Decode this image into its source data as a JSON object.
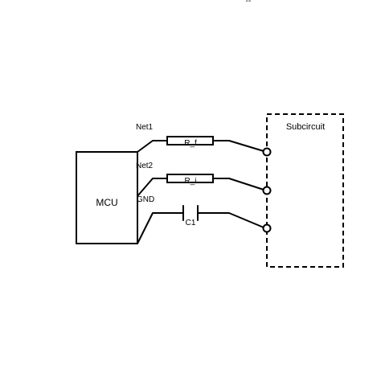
{
  "diagram": {
    "mcu_label": "MCU",
    "subcircuit_label": "Subcircuit",
    "nets": [
      {
        "name": "Net1",
        "component": "R_f",
        "component_type": "resistor"
      },
      {
        "name": "Net2",
        "component": "R_i",
        "component_type": "resistor"
      },
      {
        "name": "GND",
        "component": "C1",
        "component_type": "capacitor"
      }
    ],
    "top_mark": "--"
  }
}
